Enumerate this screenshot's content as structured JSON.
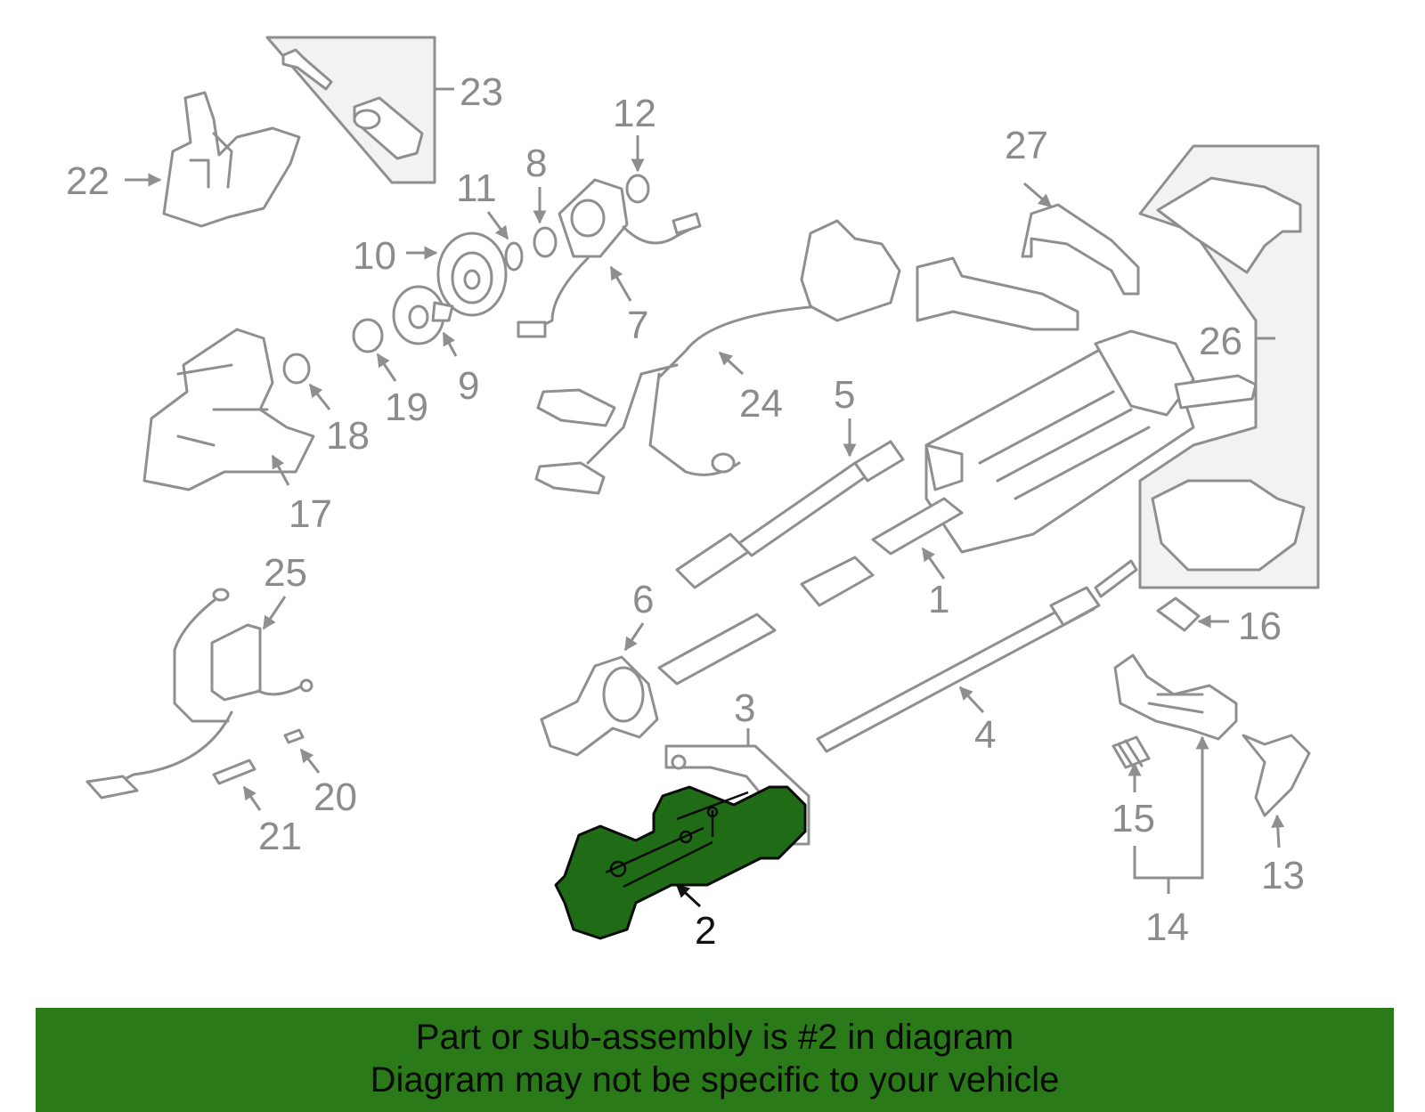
{
  "callouts": {
    "c1": "1",
    "c2": "2",
    "c3": "3",
    "c4": "4",
    "c5": "5",
    "c6": "6",
    "c7": "7",
    "c8": "8",
    "c9": "9",
    "c10": "10",
    "c11": "11",
    "c12": "12",
    "c13": "13",
    "c14": "14",
    "c15": "15",
    "c16": "16",
    "c17": "17",
    "c18": "18",
    "c19": "19",
    "c20": "20",
    "c21": "21",
    "c22": "22",
    "c23": "23",
    "c24": "24",
    "c25": "25",
    "c26": "26",
    "c27": "27"
  },
  "highlighted_part": "2",
  "colors": {
    "highlight_fill": "#1f6b16",
    "banner_background": "#2a7a1a",
    "line_art": "#8f8f8f",
    "label_text": "#8c8c8c"
  },
  "banner": {
    "line1": "Part or sub-assembly is #2 in diagram",
    "line2": "Diagram may not be specific to your vehicle"
  }
}
